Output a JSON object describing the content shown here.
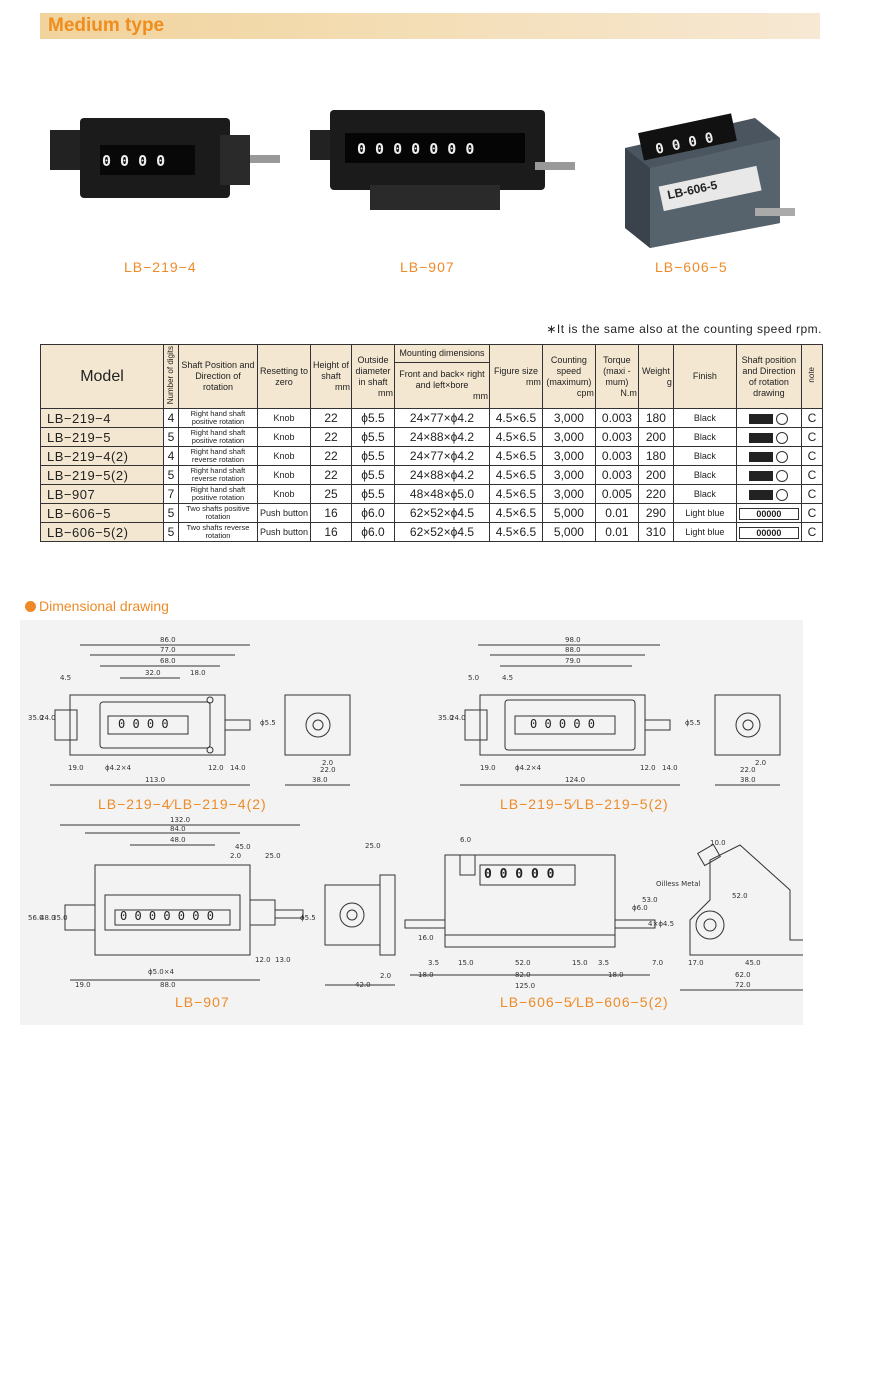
{
  "header": {
    "title": "Medium type"
  },
  "photos": [
    {
      "label": "LB−219−4",
      "digits": "0 0 0 0"
    },
    {
      "label": "LB−907",
      "digits": "0 0 0 0 0 0 0"
    },
    {
      "label": "LB−606−5",
      "digits": "0 0 0 0",
      "plate": "LB-606-5"
    }
  ],
  "note": "∗It is the same also at the counting speed rpm.",
  "table": {
    "headers": {
      "model": "Model",
      "digits": "Number of digits",
      "shaft": "Shaft Position and Direction of rotation",
      "reset": "Resetting to zero",
      "height": "Height of shaft",
      "height_unit": "mm",
      "outside": "Outside diameter in shaft",
      "outside_unit": "mm",
      "mounting": "Mounting dimensions",
      "mounting_sub": "Front and back× right and left×bore",
      "mounting_unit": "mm",
      "figure": "Figure size",
      "figure_unit": "mm",
      "speed": "Counting speed (maximum)",
      "speed_unit": "cpm",
      "torque": "Torque (maxi -mum)",
      "torque_unit": "N.m",
      "weight": "Weight",
      "weight_unit": "g",
      "finish": "Finish",
      "drawing": "Shaft position and Direction of rotation drawing",
      "note": "note"
    },
    "rows": [
      {
        "model": "LB−219−4",
        "digits": "4",
        "shaft": "Right hand shaft positive rotation",
        "reset": "Knob",
        "height": "22",
        "outside": "ϕ5.5",
        "mounting": "24×77×ϕ4.2",
        "figure": "4.5×6.5",
        "speed": "3,000",
        "torque": "0.003",
        "weight": "180",
        "finish": "Black",
        "drawing": "",
        "note": "C"
      },
      {
        "model": "LB−219−5",
        "digits": "5",
        "shaft": "Right hand shaft positive rotation",
        "reset": "Knob",
        "height": "22",
        "outside": "ϕ5.5",
        "mounting": "24×88×ϕ4.2",
        "figure": "4.5×6.5",
        "speed": "3,000",
        "torque": "0.003",
        "weight": "200",
        "finish": "Black",
        "drawing": "",
        "note": "C"
      },
      {
        "model": "LB−219−4(2)",
        "digits": "4",
        "shaft": "Right hand shaft reverse rotation",
        "reset": "Knob",
        "height": "22",
        "outside": "ϕ5.5",
        "mounting": "24×77×ϕ4.2",
        "figure": "4.5×6.5",
        "speed": "3,000",
        "torque": "0.003",
        "weight": "180",
        "finish": "Black",
        "drawing": "",
        "note": "C"
      },
      {
        "model": "LB−219−5(2)",
        "digits": "5",
        "shaft": "Right hand shaft reverse rotation",
        "reset": "Knob",
        "height": "22",
        "outside": "ϕ5.5",
        "mounting": "24×88×ϕ4.2",
        "figure": "4.5×6.5",
        "speed": "3,000",
        "torque": "0.003",
        "weight": "200",
        "finish": "Black",
        "drawing": "",
        "note": "C"
      },
      {
        "model": "LB−907",
        "digits": "7",
        "shaft": "Right hand shaft positive rotation",
        "reset": "Knob",
        "height": "25",
        "outside": "ϕ5.5",
        "mounting": "48×48×ϕ5.0",
        "figure": "4.5×6.5",
        "speed": "3,000",
        "torque": "0.005",
        "weight": "220",
        "finish": "Black",
        "drawing": "",
        "note": "C"
      },
      {
        "model": "LB−606−5",
        "digits": "5",
        "shaft": "Two shafts positive rotation",
        "reset": "Push button",
        "height": "16",
        "outside": "ϕ6.0",
        "mounting": "62×52×ϕ4.5",
        "figure": "4.5×6.5",
        "speed": "5,000",
        "torque": "0.01",
        "weight": "290",
        "finish": "Light blue",
        "drawing": "00000",
        "note": "C"
      },
      {
        "model": "LB−606−5(2)",
        "digits": "5",
        "shaft": "Two shafts reverse rotation",
        "reset": "Push button",
        "height": "16",
        "outside": "ϕ6.0",
        "mounting": "62×52×ϕ4.5",
        "figure": "4.5×6.5",
        "speed": "5,000",
        "torque": "0.01",
        "weight": "310",
        "finish": "Light blue",
        "drawing": "00000",
        "note": "C"
      }
    ]
  },
  "section": {
    "title": "Dimensional drawing"
  },
  "drawings": {
    "d1": {
      "label": "LB−219−4∕LB−219−4(2)",
      "digits": "0 0 0 0",
      "dims": [
        "86.0",
        "77.0",
        "68.0",
        "32.0",
        "18.0",
        "4.5",
        "35.0",
        "24.0",
        "19.0",
        "ϕ4.2×4",
        "12.0",
        "14.0",
        "113.0",
        "ϕ5.5",
        "2.0",
        "22.0",
        "38.0"
      ]
    },
    "d2": {
      "label": "LB−219−5∕LB−219−5(2)",
      "digits": "0 0 0 0 0",
      "dims": [
        "98.0",
        "88.0",
        "79.0",
        "5.0",
        "4.5",
        "35.0",
        "24.0",
        "19.0",
        "ϕ4.2×4",
        "12.0",
        "14.0",
        "124.0",
        "ϕ5.5",
        "2.0",
        "22.0",
        "38.0"
      ]
    },
    "d3": {
      "label": "LB−907",
      "digits": "0 0 0 0 0 0 0",
      "dims": [
        "132.0",
        "84.0",
        "48.0",
        "45.0",
        "2.0",
        "25.0",
        "56.0",
        "48.0",
        "35.0",
        "ϕ5.0×4",
        "12.0",
        "13.0",
        "19.0",
        "88.0",
        "ϕ5.5",
        "25.0",
        "2.0",
        "42.0"
      ]
    },
    "d4": {
      "label": "LB−606−5∕LB−606−5(2)",
      "digits": "0 0 0 0 0",
      "dims": [
        "6.0",
        "ϕ6.0",
        "53.0",
        "16.0",
        "3.5",
        "15.0",
        "52.0",
        "15.0",
        "3.5",
        "18.0",
        "82.0",
        "18.0",
        "125.0",
        "10.0",
        "Oilless Metal",
        "52.0",
        "4×ϕ4.5",
        "7.0",
        "17.0",
        "45.0",
        "62.0",
        "72.0"
      ]
    }
  }
}
